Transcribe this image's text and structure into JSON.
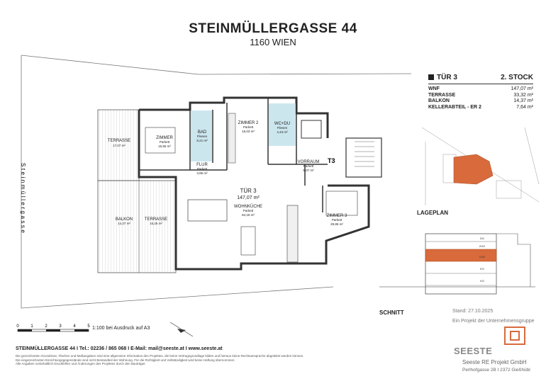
{
  "header": {
    "title": "STEINMÜLLERGASSE 44",
    "subtitle": "1160 WIEN"
  },
  "unit": {
    "name": "TÜR 3",
    "floor": "2. STOCK"
  },
  "areas": [
    {
      "label": "WNF",
      "value": "147,07 m²"
    },
    {
      "label": "TERRASSE",
      "value": "33,32 m²"
    },
    {
      "label": "BALKON",
      "value": "14,37 m²"
    },
    {
      "label": "KELLERABTEIL - ER 2",
      "value": "7,64 m²"
    }
  ],
  "street_label": "Steinmüllergasse",
  "rooms": {
    "terrasse_west": {
      "name": "TERRASSE",
      "area": "17,07 m²"
    },
    "zimmer_1": {
      "name": "ZIMMER",
      "floor": "Parkett",
      "area": "15,55 m²"
    },
    "bad": {
      "name": "BAD",
      "floor": "Fliesen",
      "area": "8,21 m²"
    },
    "flur": {
      "name": "FLUR",
      "floor": "Parkett",
      "area": "3,86 m²"
    },
    "zimmer_2": {
      "name": "ZIMMER 2",
      "floor": "Parkett",
      "area": "16,03 m²"
    },
    "wc_du": {
      "name": "WC+DU",
      "floor": "Fliesen",
      "area": "4,43 m²"
    },
    "vorraum": {
      "name": "VORRAUM",
      "floor": "Parkett",
      "area": "5,07 m²"
    },
    "unit_label": {
      "name": "TÜR 3",
      "area": "147,07 m²"
    },
    "wohnkueche": {
      "name": "WOHNKÜCHE",
      "floor": "Parkett",
      "area": "84,18 m²"
    },
    "zimmer_3": {
      "name": "ZIMMER 3",
      "floor": "Parkett",
      "area": "29,85 m²"
    },
    "balkon": {
      "name": "BALKON",
      "area": "14,37 m²"
    },
    "terrasse_south": {
      "name": "TERRASSE",
      "area": "16,25 m²"
    }
  },
  "stair_label": "T3",
  "lageplan_label": "LAGEPLAN",
  "schnitt_label": "SCHNITT",
  "section_levels": [
    "DG",
    "2OG",
    "1OG",
    "EG",
    "KG"
  ],
  "stand": "Stand: 27.10.2025",
  "gruppe": "Ein Projekt der Unternehmensgruppe",
  "scale": {
    "ticks": [
      "0",
      "1",
      "2",
      "3",
      "4",
      "5"
    ],
    "text": "1:100 bei Ausdruck auf A3"
  },
  "footer": {
    "contact": "STEINMÜLLERGASSE 44 I Tel.: 02236 / 865 068 I E-Mail: mail@seeste.at I www.seeste.at",
    "disclaimer_1": "Die gezeichneten Grundrisse, Flächen und Maßangaben sind eine allgemeine Information des Projektes, die keine Vertragsgrundlage bilden und hieraus keine Rechtsansprüche abgeleitet werden können.",
    "disclaimer_2": "Die eingezeichneten Einrichtungsgegenstände sind nicht Bestandteil der Wohnung. Für die Richtigkeit und Vollständigkeit wird keine Haftung übernommen.",
    "disclaimer_3": "Alle Angaben vorbehaltlich Druckfehler und Änderungen des Projektes durch den Bauträger."
  },
  "company": {
    "logo_text": "SEESTE",
    "name": "Seeste RE Projekt GmbH",
    "address": "Perlhofgasse 2B I 2372 Gießhübl"
  },
  "colors": {
    "accent": "#d86a3c",
    "water": "#bfe0ea",
    "wall": "#333333"
  }
}
